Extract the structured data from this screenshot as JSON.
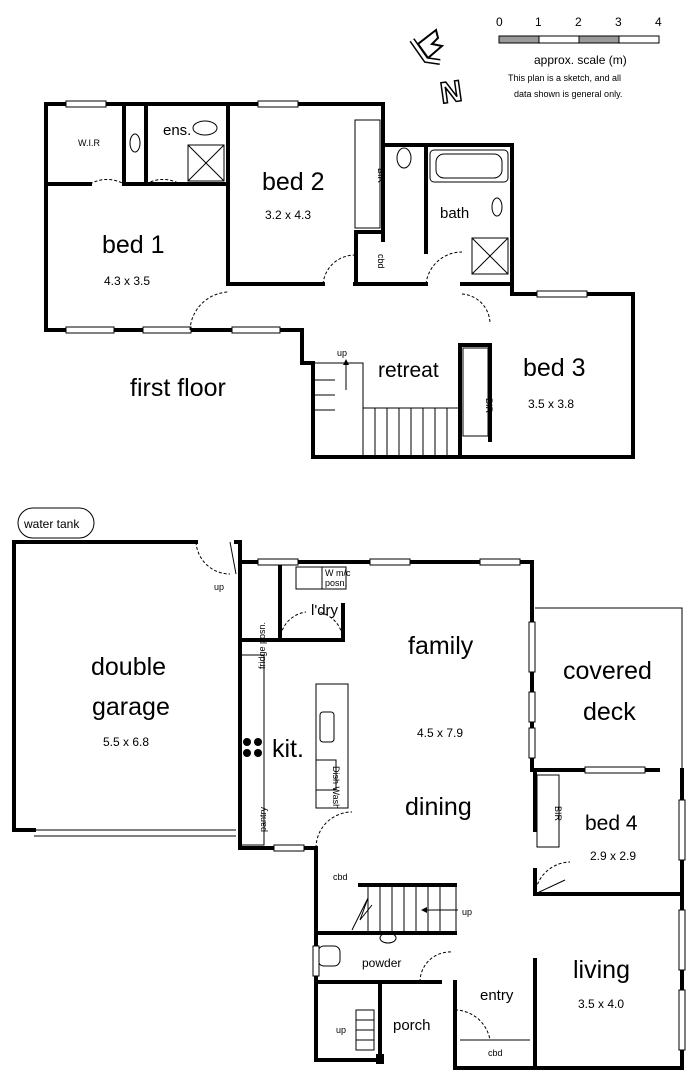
{
  "scale": {
    "ticks": [
      "0",
      "1",
      "2",
      "3",
      "4"
    ],
    "title": "approx. scale (m)",
    "note_line1": "This plan is a sketch, and all",
    "note_line2": "data shown is general only."
  },
  "compass": {
    "letter": "N"
  },
  "first_floor": {
    "label": "first floor",
    "rooms": {
      "bed1": {
        "name": "bed 1",
        "size": "4.3 x 3.5"
      },
      "bed2": {
        "name": "bed 2",
        "size": "3.2 x 4.3"
      },
      "bed3": {
        "name": "bed 3",
        "size": "3.5 x 3.8"
      },
      "bath": {
        "name": "bath"
      },
      "ens": {
        "name": "ens."
      },
      "wir": {
        "name": "W.I.R"
      },
      "retreat": {
        "name": "retreat"
      },
      "cbd": {
        "name": "cbd"
      },
      "bir": {
        "name": "BIR"
      },
      "up": {
        "name": "up"
      }
    }
  },
  "ground_floor": {
    "water_tank": "water tank",
    "rooms": {
      "garage": {
        "name_line1": "double",
        "name_line2": "garage",
        "size": "5.5 x 6.8"
      },
      "family": {
        "name": "family",
        "size": "4.5 x 7.9"
      },
      "dining": {
        "name": "dining"
      },
      "kitchen": {
        "name": "kit."
      },
      "laundry": {
        "name": "l'dry"
      },
      "covered_deck": {
        "name_line1": "covered",
        "name_line2": "deck"
      },
      "bed4": {
        "name": "bed 4",
        "size": "2.9 x 2.9"
      },
      "living": {
        "name": "living",
        "size": "3.5 x 4.0"
      },
      "powder": {
        "name": "powder"
      },
      "entry": {
        "name": "entry"
      },
      "porch": {
        "name": "porch"
      },
      "cbd": {
        "name": "cbd"
      },
      "pantry": {
        "name": "pantry"
      },
      "fridge": {
        "name": "fridge posn."
      },
      "wm": {
        "name_line1": "W m/c",
        "name_line2": "posn."
      },
      "dish": {
        "name": "Dish Wash"
      },
      "up": {
        "name": "up"
      }
    }
  }
}
